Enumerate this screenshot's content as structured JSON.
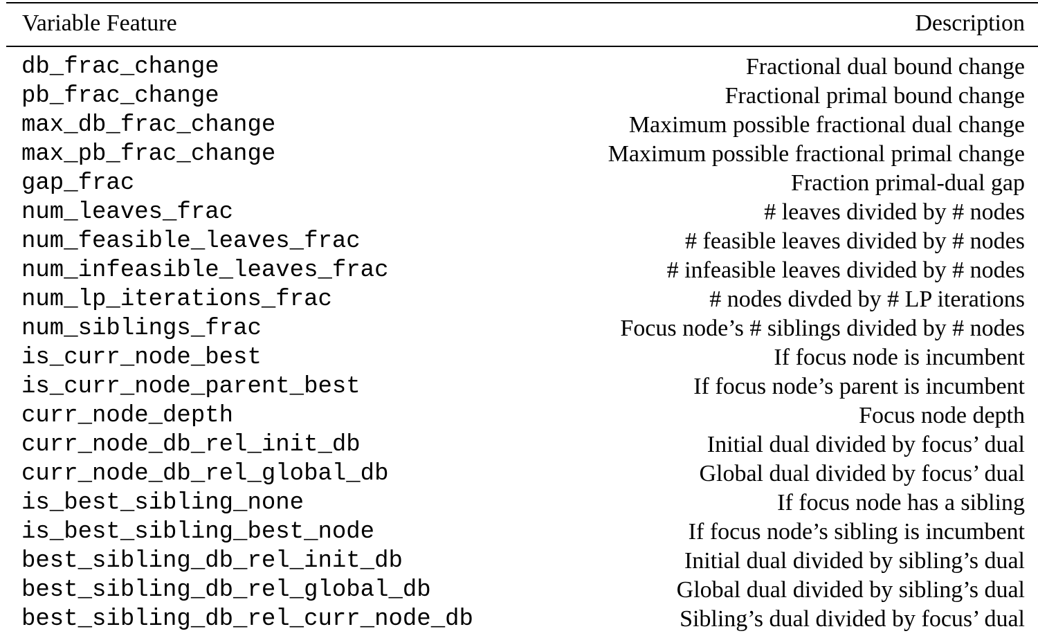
{
  "table": {
    "headers": {
      "variable": "Variable Feature",
      "description": "Description"
    },
    "rows": [
      {
        "variable": "db_frac_change",
        "description": "Fractional dual bound change"
      },
      {
        "variable": "pb_frac_change",
        "description": "Fractional primal bound change"
      },
      {
        "variable": "max_db_frac_change",
        "description": "Maximum possible fractional dual change"
      },
      {
        "variable": "max_pb_frac_change",
        "description": "Maximum possible fractional primal change"
      },
      {
        "variable": "gap_frac",
        "description": "Fraction primal-dual gap"
      },
      {
        "variable": "num_leaves_frac",
        "description": "# leaves divided by # nodes"
      },
      {
        "variable": "num_feasible_leaves_frac",
        "description": "# feasible leaves divided by # nodes"
      },
      {
        "variable": "num_infeasible_leaves_frac",
        "description": "# infeasible leaves divided by # nodes"
      },
      {
        "variable": "num_lp_iterations_frac",
        "description": "# nodes divded by # LP iterations"
      },
      {
        "variable": "num_siblings_frac",
        "description": "Focus node’s # siblings divided by # nodes"
      },
      {
        "variable": "is_curr_node_best",
        "description": "If focus node is incumbent"
      },
      {
        "variable": "is_curr_node_parent_best",
        "description": "If focus node’s parent is incumbent"
      },
      {
        "variable": "curr_node_depth",
        "description": "Focus node depth"
      },
      {
        "variable": "curr_node_db_rel_init_db",
        "description": "Initial dual divided by focus’ dual"
      },
      {
        "variable": "curr_node_db_rel_global_db",
        "description": "Global dual divided by focus’ dual"
      },
      {
        "variable": "is_best_sibling_none",
        "description": "If focus node has a sibling"
      },
      {
        "variable": "is_best_sibling_best_node",
        "description": "If focus node’s sibling is incumbent"
      },
      {
        "variable": "best_sibling_db_rel_init_db",
        "description": "Initial dual divided by sibling’s dual"
      },
      {
        "variable": "best_sibling_db_rel_global_db",
        "description": "Global dual divided by sibling’s dual"
      },
      {
        "variable": "best_sibling_db_rel_curr_node_db",
        "description": "Sibling’s dual divided by focus’ dual"
      }
    ]
  }
}
